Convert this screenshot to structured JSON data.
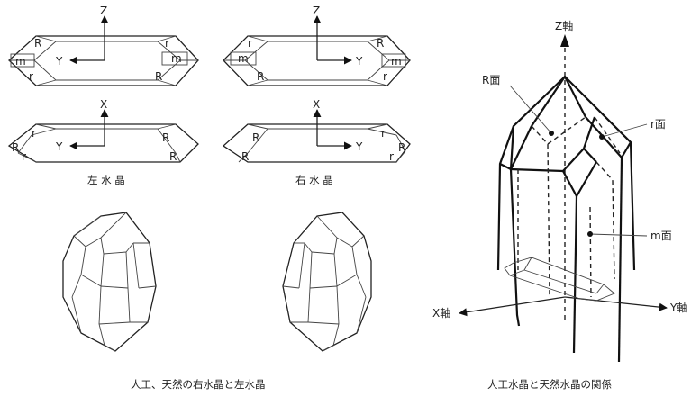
{
  "left_panel": {
    "left_quartz_caption": "左 水 晶",
    "right_quartz_caption": "右 水 晶",
    "bottom_caption": "人工、天然の右水晶と左水晶",
    "face_labels": {
      "R": "R",
      "r": "r",
      "m": "m"
    },
    "axis_labels": {
      "Z": "Z",
      "X": "X",
      "Y": "Y"
    }
  },
  "right_panel": {
    "z_axis": "Z軸",
    "x_axis": "X軸",
    "y_axis": "Y軸",
    "R_face": "R面",
    "r_face": "r面",
    "m_face": "m面",
    "caption": "人工水晶と天然水晶の関係"
  }
}
